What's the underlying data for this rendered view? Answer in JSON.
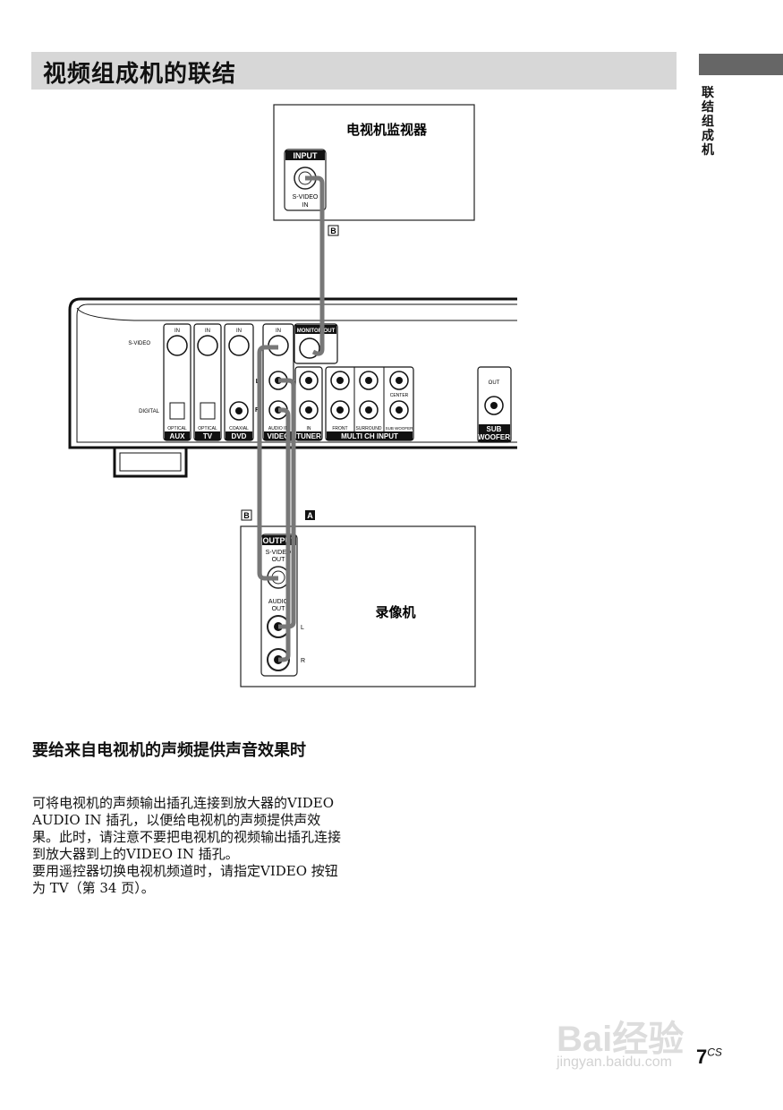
{
  "section_title": "视频组成机的联结",
  "side_tab_label": "联结组成机",
  "diagram": {
    "tv_title": "电视机监视器",
    "tv_input_badge": "INPUT",
    "tv_svideo_label": "S-VIDEO",
    "tv_in_label": "IN",
    "cable_b_top": "B",
    "cable_b_bottom": "B",
    "cable_a": "A",
    "amp_svideo_label": "S-VIDEO",
    "amp_digital_label": "DIGITAL",
    "in_label": "IN",
    "monitor_out_label": "MONITOR OUT",
    "l_label": "L",
    "r_label": "R",
    "optical_label": "OPTICAL",
    "coaxial_label": "COAXIAL",
    "audio_in_label": "AUDIO IN",
    "front_label": "FRONT",
    "surround_label": "SURROUND",
    "subwoofer_small_label": "SUB WOOFER",
    "center_label": "CENTER",
    "out_label": "OUT",
    "aux_badge": "AUX",
    "tv_badge": "TV",
    "dvd_badge": "DVD",
    "video_badge": "VIDEO",
    "tuner_badge": "TUNER",
    "multi_ch_badge": "MULTI CH INPUT",
    "sub_badge_1": "SUB",
    "sub_badge_2": "WOOFER",
    "vcr_title": "录像机",
    "vcr_output_badge": "OUTPUT",
    "vcr_svideo_label": "S-VIDEO",
    "vcr_out_label": "OUT",
    "vcr_audio_label": "AUDIO",
    "vcr_audio_out_label": "OUT",
    "vcr_l_label": "L",
    "vcr_r_label": "R"
  },
  "subheading": "要给来自电视机的声频提供声音效果时",
  "body_paragraphs": [
    "可将电视机的声频输出插孔连接到放大器的VIDEO AUDIO IN 插孔，以便给电视机的声频提供声效果。此时，请注意不要把电视机的视频输出插孔连接到放大器到上的VIDEO IN 插孔。",
    "要用遥控器切换电视机频道时，请指定VIDEO 按钮为 TV（第 34 页）。"
  ],
  "page_number": "7",
  "page_suffix": "CS",
  "watermark_text": "Bai经验",
  "watermark_url": "jingyan.baidu.com"
}
